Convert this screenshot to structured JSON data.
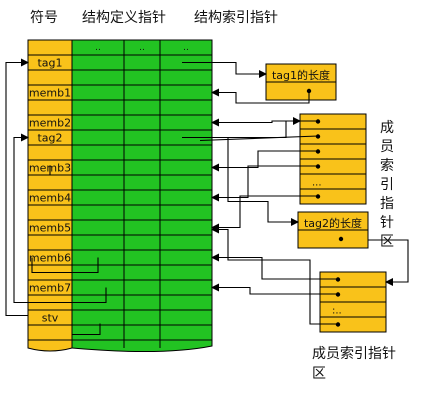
{
  "headers": {
    "col_symbol": "符号",
    "col_struct_ptr": "结构定义指针",
    "col_index_ptr": "结构索引指针"
  },
  "top_marks": [
    "..",
    "..",
    ".."
  ],
  "rows": [
    {
      "label": ""
    },
    {
      "label": "tag1"
    },
    {
      "label": ""
    },
    {
      "label": "memb1"
    },
    {
      "label": ""
    },
    {
      "label": "memb2"
    },
    {
      "label": "tag2"
    },
    {
      "label": ""
    },
    {
      "label": "memb3"
    },
    {
      "label": ""
    },
    {
      "label": "memb4"
    },
    {
      "label": ""
    },
    {
      "label": "memb5"
    },
    {
      "label": ""
    },
    {
      "label": "memb6"
    },
    {
      "label": ""
    },
    {
      "label": "memb7"
    },
    {
      "label": ""
    },
    {
      "label": "stv"
    },
    {
      "label": ""
    }
  ],
  "tag1_length_box": "tag1的长度",
  "tag2_length_box": "tag2的长度",
  "member_index_label_1": [
    "成",
    "员",
    "索",
    "引",
    "指",
    "针",
    "区"
  ],
  "member_index_label_2": "成员索引指针",
  "member_index_label_2_tail": "区",
  "index_box_1_rows": [
    "",
    "",
    "",
    "",
    "...",
    ""
  ],
  "index_box_2_rows": [
    "",
    "",
    ":..",
    ""
  ],
  "colors": {
    "symbol_column": "#F9C21A",
    "pointer_columns": "#22C322",
    "box_fill": "#F9C21A",
    "line": "#000000"
  }
}
